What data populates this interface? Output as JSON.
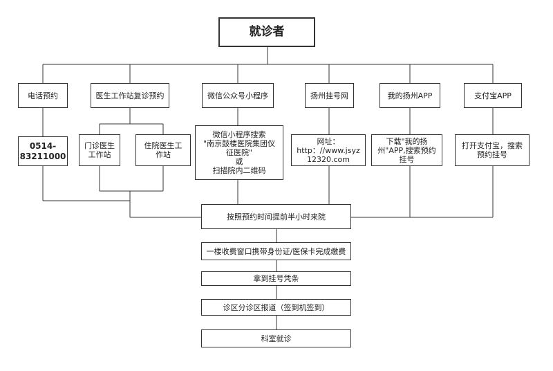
{
  "title": "就诊者",
  "channels": {
    "phone": "电话预约",
    "doctor_station": "医生工作站复诊预约",
    "wechat": "微信公众号小程序",
    "yangzhou_web": "扬州挂号网",
    "my_yangzhou_app": "我的扬州APP",
    "alipay": "支付宝APP"
  },
  "details": {
    "phone_number": "0514-\n83211000",
    "outpatient_station": "门诊医生\n工作站",
    "inpatient_station": "住院医生工\n作站",
    "wechat_detail": "微信小程序搜索\n\"南京鼓楼医院集团仪\n征医院\"\n或\n扫描院内二维码",
    "web_detail": "网址：\nhttp：//www.jsyz\n12320.com",
    "app_detail": "下载\"我的扬\n州\"APP,搜索预约\n挂号",
    "alipay_detail": "打开支付宝，搜索\n预约挂号"
  },
  "steps": [
    "按照预约时间提前半小时来院",
    "一楼收费窗口携带身份证/医保卡完成缴费",
    "拿到挂号凭条",
    "诊区分诊区报道（签到机签到）",
    "科室就诊"
  ]
}
